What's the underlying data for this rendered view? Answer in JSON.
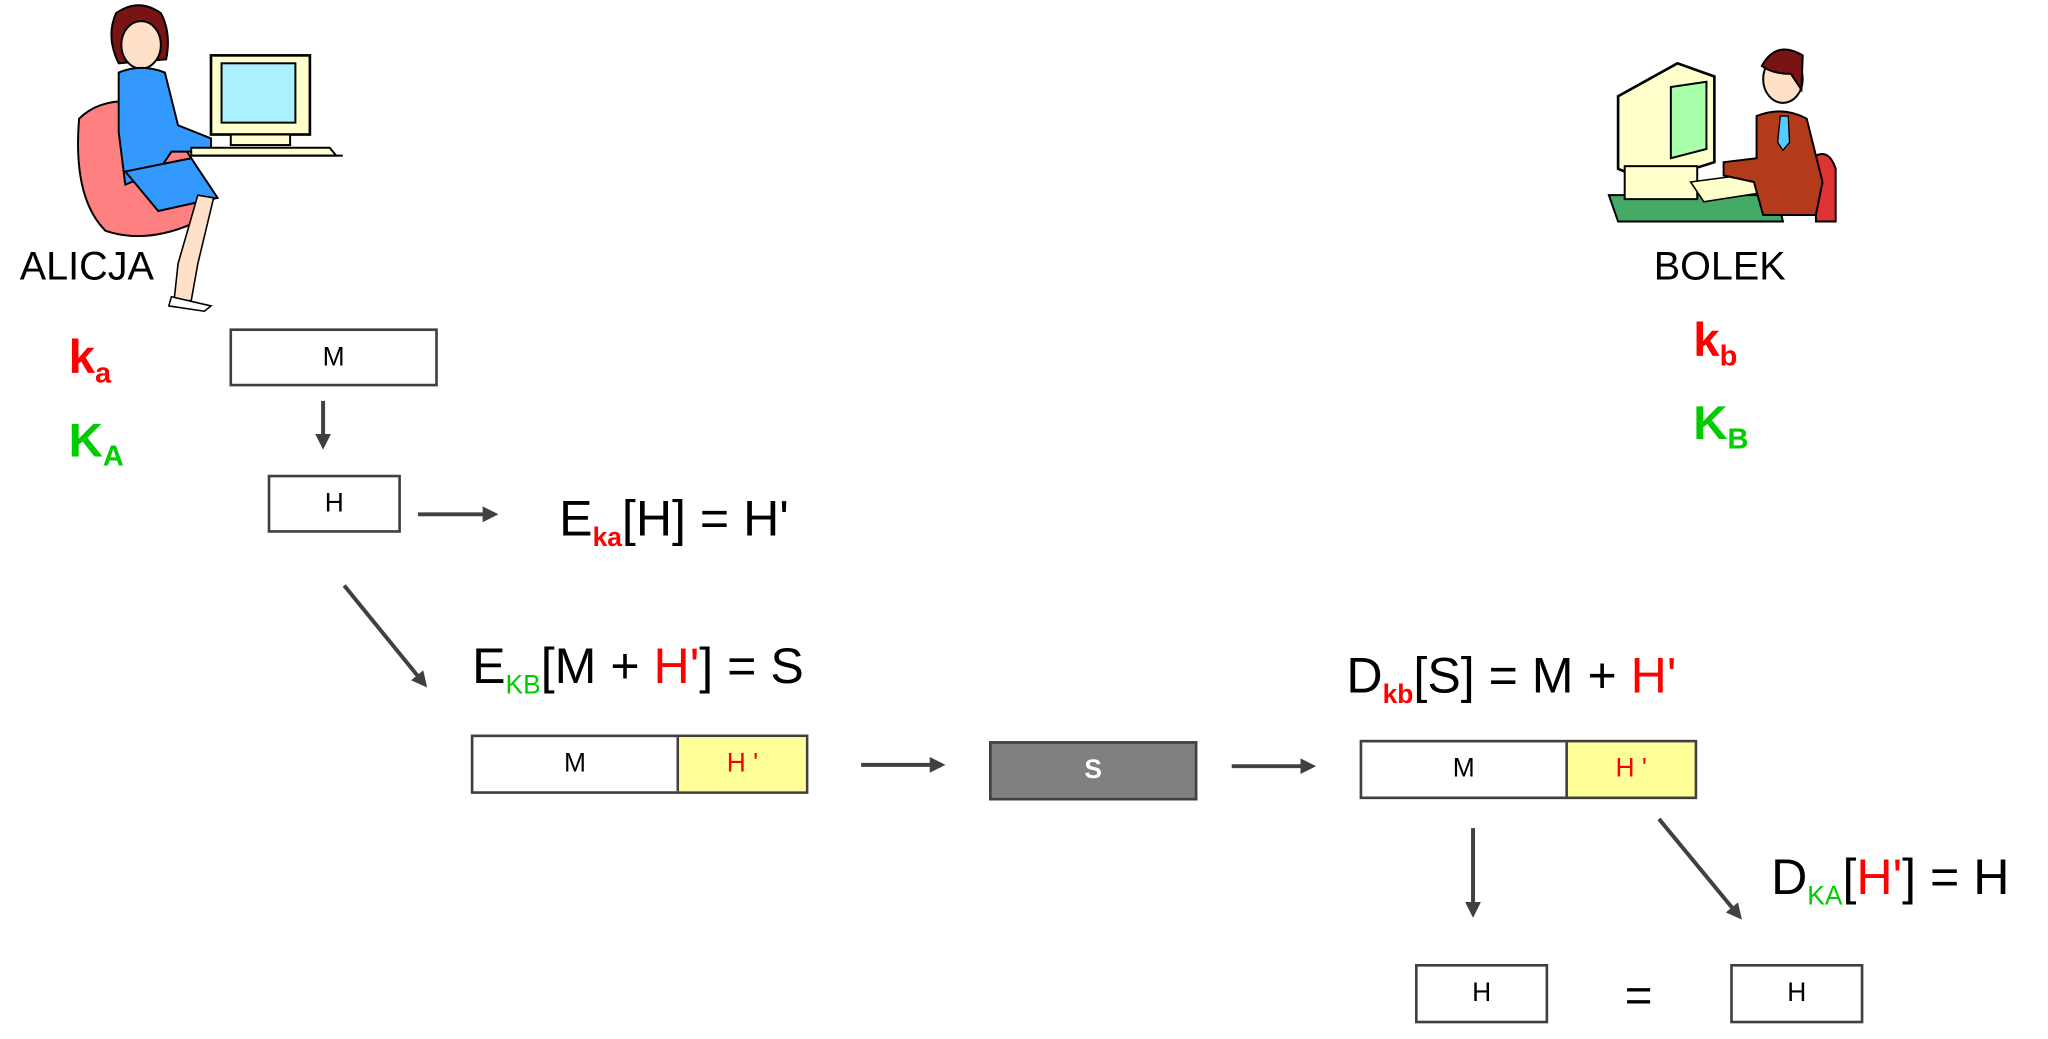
{
  "people": {
    "alice": {
      "name": "ALICJA",
      "private_key": "k",
      "private_sub": "a",
      "public_key": "K",
      "public_sub": "A"
    },
    "bob": {
      "name": "BOLEK",
      "private_key": "k",
      "private_sub": "b",
      "public_key": "K",
      "public_sub": "B"
    }
  },
  "boxes": {
    "message": "M",
    "hash": "H",
    "combined_m": "M",
    "combined_h": "H '",
    "signed": "S",
    "received_m": "M",
    "received_h": "H '",
    "hash_left": "H",
    "hash_right": "H",
    "equals": "="
  },
  "formulas": {
    "encrypt_hash": {
      "op": "E",
      "sub": "ka",
      "rest": "[H] = H'"
    },
    "encrypt_all": {
      "op": "E",
      "sub": "KB",
      "open": "[M + ",
      "hl": "H'",
      "close": "] = S"
    },
    "decrypt_all": {
      "op": "D",
      "sub": "kb",
      "open": "[S] = M + ",
      "hl": "H'"
    },
    "decrypt_hash": {
      "op": "D",
      "sub": "KA",
      "open": "[",
      "hl": "H'",
      "close": "] = H"
    }
  },
  "colors": {
    "private_key": "#ff0000",
    "public_key": "#00cc00",
    "highlight": "#ff0000",
    "yellow_cell": "#ffff99",
    "dark_box": "#808080",
    "border": "#404040",
    "arrow": "#404040"
  }
}
